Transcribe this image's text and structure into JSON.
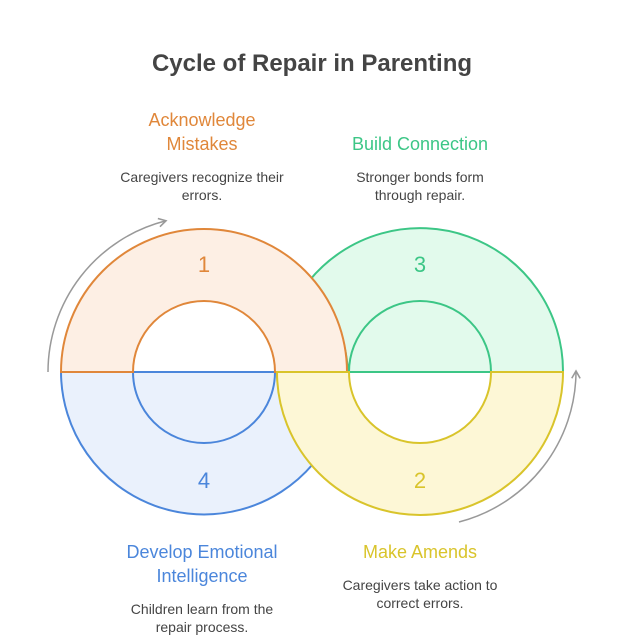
{
  "title": "Cycle of Repair in Parenting",
  "steps": [
    {
      "number": "1",
      "heading": "Acknowledge Mistakes",
      "description": "Caregivers recognize their errors.",
      "color": "#E0873A",
      "fill": "#FDEFE4"
    },
    {
      "number": "2",
      "heading": "Make Amends",
      "description": "Caregivers take action to correct errors.",
      "color": "#D9C42B",
      "fill": "#FDF7D6"
    },
    {
      "number": "3",
      "heading": "Build Connection",
      "description": "Stronger bonds form through repair.",
      "color": "#3CC686",
      "fill": "#E2FAEC"
    },
    {
      "number": "4",
      "heading": "Develop Emotional Intelligence",
      "description": "Children learn from the repair process.",
      "color": "#4B86DB",
      "fill": "#EAF1FC"
    }
  ]
}
